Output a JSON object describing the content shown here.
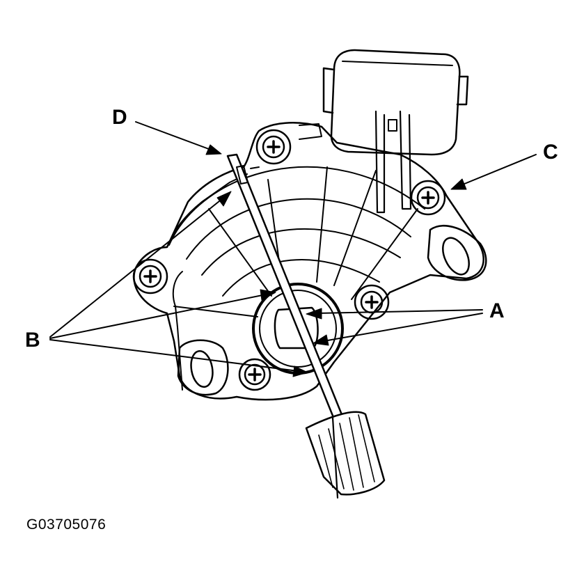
{
  "callouts": {
    "a": "A",
    "b": "B",
    "c": "C",
    "d": "D"
  },
  "figure_id": "G03705076",
  "colors": {
    "ink": "#000000",
    "paper": "#ffffff"
  }
}
